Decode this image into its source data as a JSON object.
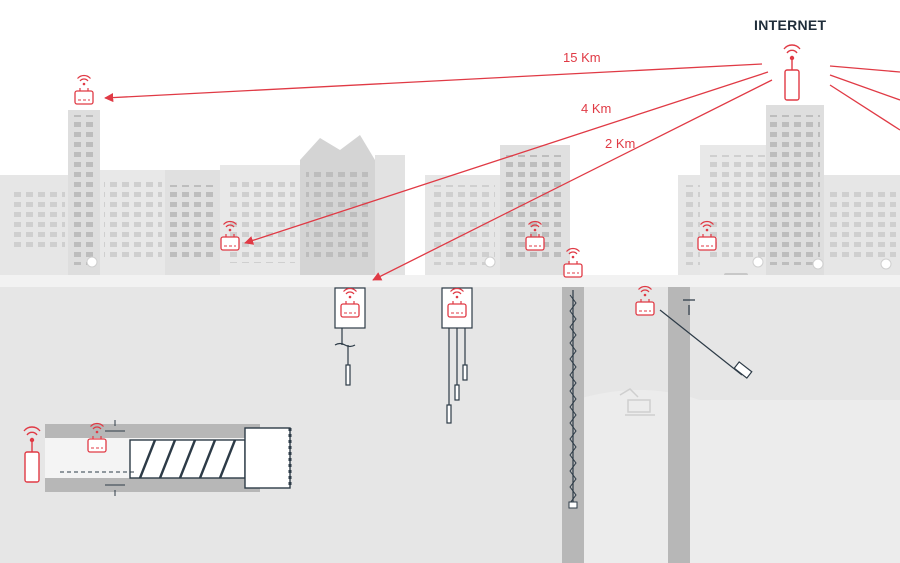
{
  "internet_label": "INTERNET",
  "links": [
    {
      "label": "15 Km"
    },
    {
      "label": "4 Km"
    },
    {
      "label": "2 Km"
    }
  ],
  "colors": {
    "accent": "#e03a45",
    "building": "#e4e4e4",
    "building_dark": "#d2d2d2",
    "ground": "#e6e6e6",
    "outline": "#2d3b47",
    "shaft": "#b9b9b9"
  },
  "icons": [
    "datalogger-icon",
    "gateway-icon",
    "sensor-icon",
    "wireless-signal-icon",
    "excavator-icon",
    "car-icon",
    "tree-icon"
  ]
}
